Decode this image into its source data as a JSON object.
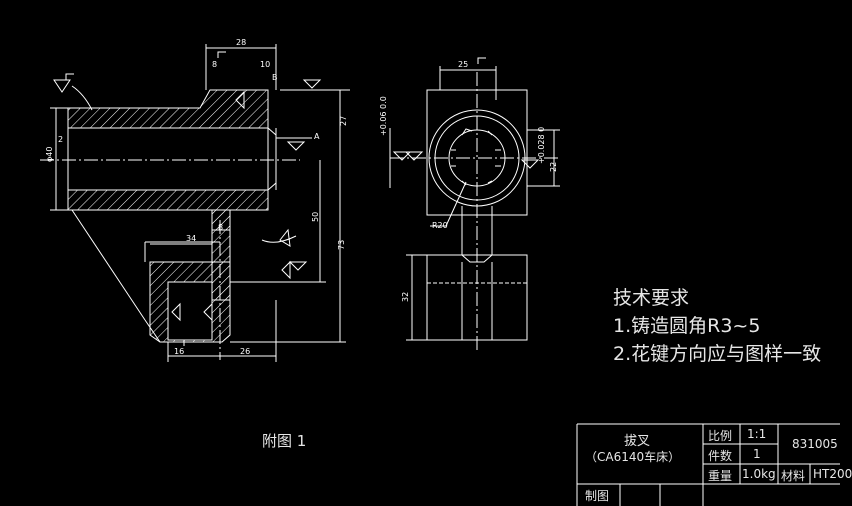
{
  "drawing": {
    "dimensions": {
      "d28": "28",
      "d8a": "8",
      "d10": "10",
      "dB": "B",
      "d2": "2",
      "d40": "φ40",
      "d27": "27",
      "dA": "A",
      "d50": "50",
      "d73": "73",
      "d34": "34",
      "d8b": "8",
      "d16": "16",
      "d26": "26",
      "d25": "25",
      "tol_left": "+0.06\n0.0",
      "tol_right": "+0.028\n0",
      "d22": "22",
      "r20": "R20",
      "d32": "32"
    }
  },
  "tech_requirements": {
    "title": "技术要求",
    "item1": "1.铸造圆角R3~5",
    "item2": "2.花键方向应与图样一致"
  },
  "caption": "附图 1",
  "title_block": {
    "part_name": "拔叉",
    "machine": "（CA6140车床）",
    "scale_label": "比例",
    "scale_value": "1:1",
    "count_label": "件数",
    "count_value": "1",
    "weight_label": "重量",
    "weight_value": "1.0kg",
    "material_label": "材料",
    "material_value": "HT200",
    "drawing_no": "831005",
    "drafter_label": "制图"
  }
}
